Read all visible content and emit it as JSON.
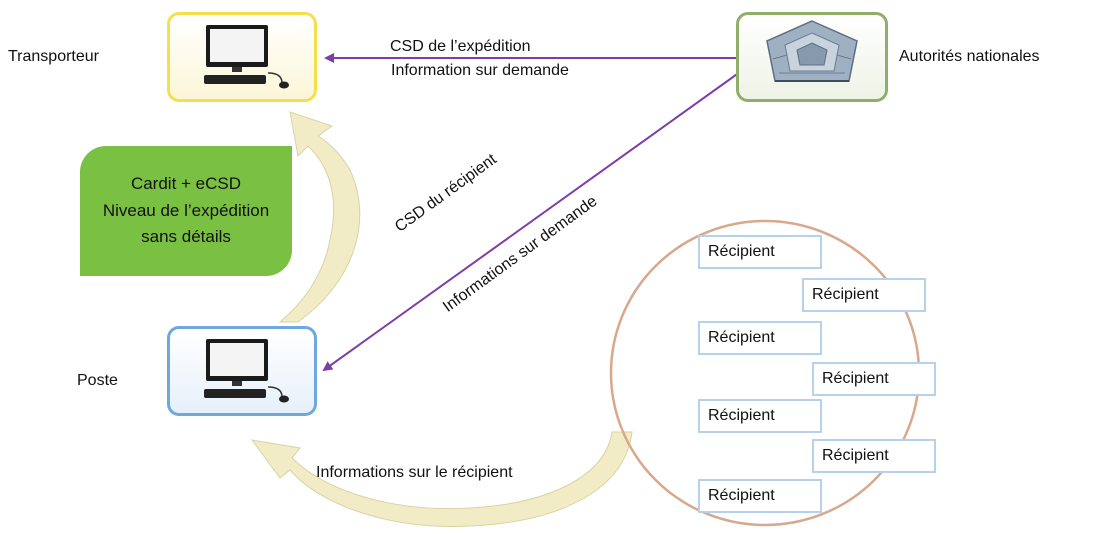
{
  "nodes": {
    "carrier": {
      "label": "Transporteur"
    },
    "post": {
      "label": "Poste"
    },
    "authorities": {
      "label": "Autorités nationales"
    }
  },
  "note": {
    "line1": "Cardit + eCSD",
    "line2": "Niveau de l’expédition",
    "line3": "sans détails"
  },
  "flows": {
    "top_line1": "CSD de l’expédition",
    "top_line2": "Information sur demande",
    "diag_line1": "CSD du récipient",
    "diag_line2": "Informations sur demande",
    "bottom": "Informations sur le récipient"
  },
  "receptacles": [
    "Récipient",
    "Récipient",
    "Récipient",
    "Récipient",
    "Récipient",
    "Récipient",
    "Récipient"
  ],
  "colors": {
    "carrier_frame": "#f2e14a",
    "post_frame": "#6fa8dc",
    "authorities_frame": "#8fae6a",
    "flow_arrow": "#7d3ea6",
    "curved_arrow": "#f1ecc5",
    "circle_border": "#d7a88c",
    "note_fill": "#7ac043"
  }
}
